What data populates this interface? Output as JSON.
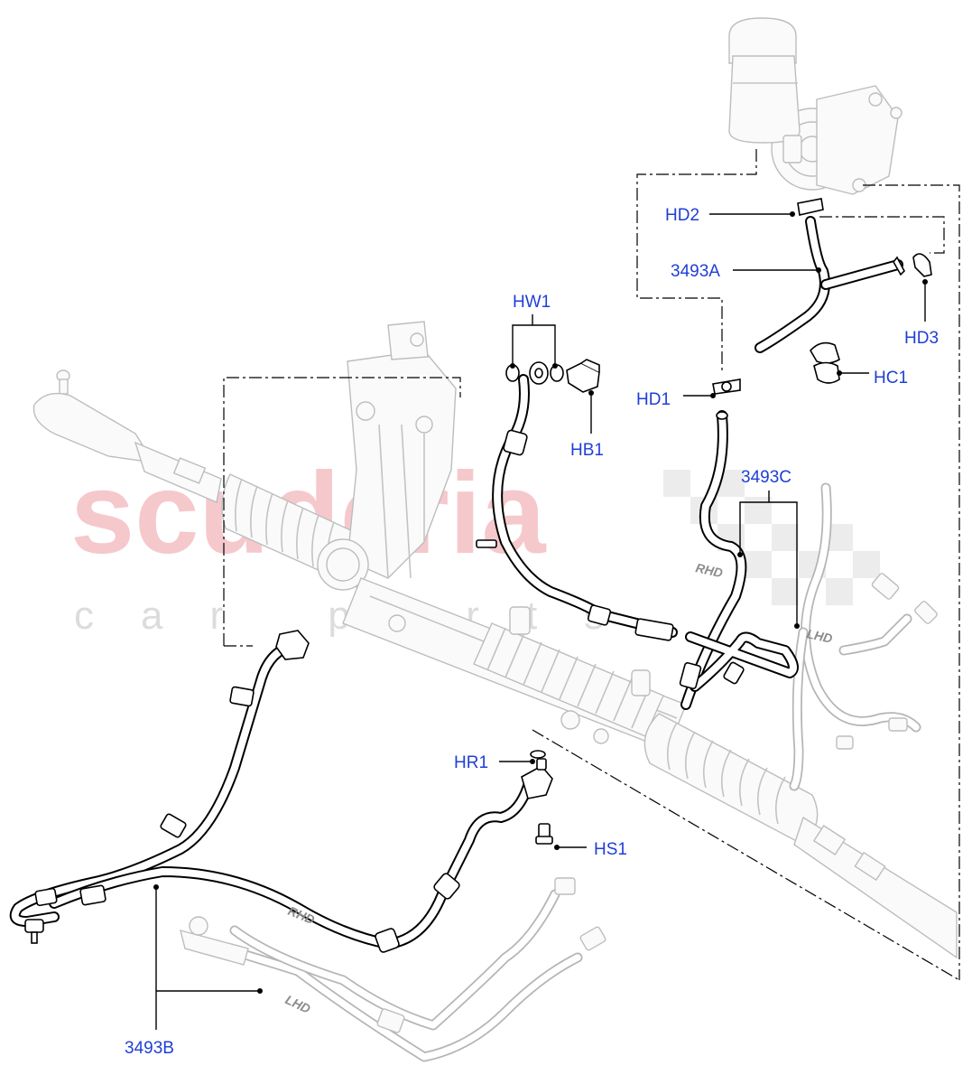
{
  "watermark": {
    "main": "scuderia",
    "sub": "car parts"
  },
  "callouts": {
    "hd2": "HD2",
    "p3493a": "3493A",
    "hd3": "HD3",
    "hc1": "HC1",
    "hd1": "HD1",
    "hw1": "HW1",
    "hb1": "HB1",
    "p3493c": "3493C",
    "hr1": "HR1",
    "hs1": "HS1",
    "p3493b": "3493B"
  },
  "hose_tags": {
    "rhd_upper": "RHD",
    "lhd_upper": "LHD",
    "rhd_lower": "RHD",
    "lhd_lower": "LHD"
  },
  "colors": {
    "callout_text": "#1f3fd6",
    "watermark": "#f5c8cc"
  }
}
